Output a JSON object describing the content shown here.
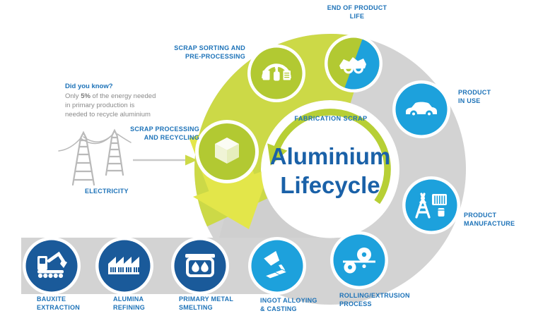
{
  "title": {
    "line1": "Aluminium",
    "line2": "Lifecycle"
  },
  "fabrication_scrap_label": "FABRICATION SCRAP",
  "electricity_label": "ELECTRICITY",
  "did_you_know": {
    "heading": "Did you know?",
    "prefix": "Only ",
    "highlight": "5%",
    "suffix": " of the energy needed in primary production is needed to recycle aluminium"
  },
  "stages": [
    {
      "id": "bauxite-extraction",
      "line1": "BAUXITE",
      "line2": "EXTRACTION"
    },
    {
      "id": "alumina-refining",
      "line1": "ALUMINA",
      "line2": "REFINING"
    },
    {
      "id": "primary-metal-smelting",
      "line1": "PRIMARY METAL",
      "line2": "SMELTING"
    },
    {
      "id": "ingot-alloying-casting",
      "line1": "INGOT ALLOYING",
      "line2": "& CASTING"
    },
    {
      "id": "rolling-extrusion",
      "line1": "ROLLING/EXTRUSION",
      "line2": "PROCESS"
    },
    {
      "id": "product-manufacture",
      "line1": "PRODUCT",
      "line2": "MANUFACTURE"
    },
    {
      "id": "product-in-use",
      "line1": "PRODUCT",
      "line2": "IN USE"
    },
    {
      "id": "end-of-product-life",
      "line1": "END OF PRODUCT",
      "line2": "LIFE"
    },
    {
      "id": "scrap-sorting",
      "line1": "SCRAP SORTING AND",
      "line2": "PRE-PROCESSING"
    },
    {
      "id": "scrap-processing",
      "line1": "SCRAP PROCESSING",
      "line2": "AND RECYCLING"
    }
  ],
  "colors": {
    "dark_blue_circle": "#1a5a9a",
    "cyan_circle": "#1da1dc",
    "lime_circle": "#b2c932",
    "lime_swath": "#ccd947",
    "arrow_yellow": "#e3e64a",
    "ring_gray": "#d3d3d3",
    "label_blue": "#1c72b8",
    "title_blue": "#1a61a8",
    "body_gray": "#8a8a8a"
  }
}
